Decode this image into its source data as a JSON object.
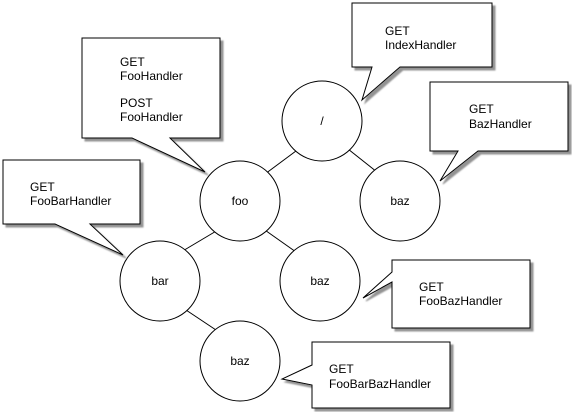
{
  "nodes": {
    "root": "/",
    "foo": "foo",
    "baz_top": "baz",
    "bar": "bar",
    "foo_baz": "baz",
    "bar_baz": "baz"
  },
  "callouts": {
    "root": {
      "method": "GET",
      "handler": "IndexHandler"
    },
    "foo": {
      "method1": "GET",
      "handler1": "FooHandler",
      "method2": "POST",
      "handler2": "FooHandler"
    },
    "baz_top": {
      "method": "GET",
      "handler": "BazHandler"
    },
    "bar": {
      "method": "GET",
      "handler": "FooBarHandler"
    },
    "foo_baz": {
      "method": "GET",
      "handler": "FooBazHandler"
    },
    "bar_baz": {
      "method": "GET",
      "handler": "FooBarBazHandler"
    }
  }
}
